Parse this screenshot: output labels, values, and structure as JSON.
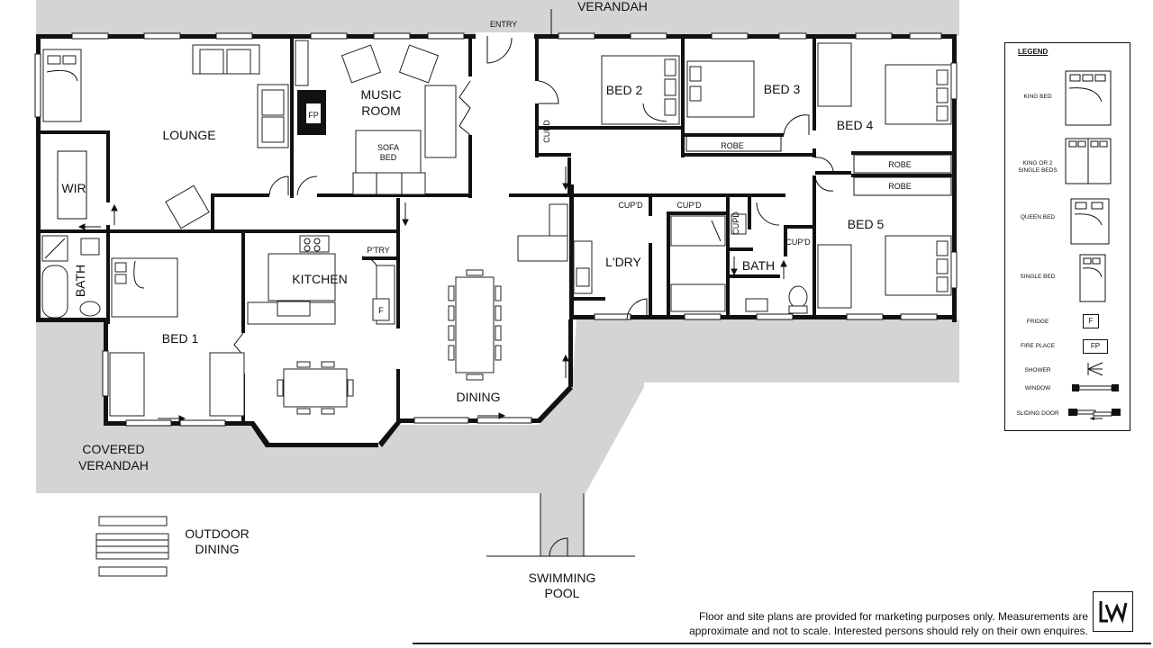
{
  "labels": {
    "verandah_top": "VERANDAH",
    "entry": "ENTRY",
    "lounge": "LOUNGE",
    "music_room_1": "MUSIC",
    "music_room_2": "ROOM",
    "fp": "FP",
    "sofa_bed_1": "SOFA",
    "sofa_bed_2": "BED",
    "wir": "WIR",
    "bath_left": "BATH",
    "bed1": "BED 1",
    "kitchen": "KITCHEN",
    "pantry": "P'TRY",
    "fridge": "F",
    "dining": "DINING",
    "bed2": "BED 2",
    "bed3": "BED 3",
    "bed4": "BED 4",
    "bed5": "BED 5",
    "robe_bed3": "ROBE",
    "robe_bed4": "ROBE",
    "robe_bed5": "ROBE",
    "cupd_entry": "CUPD",
    "cupd_ldry": "CUP'D",
    "cupd_hall": "CUP'D",
    "cupd_bath_v": "CUPD",
    "cupd_bath": "CUP'D",
    "ldry": "L'DRY",
    "bath_right": "BATH",
    "covered_verandah_1": "COVERED",
    "covered_verandah_2": "VERANDAH",
    "outdoor_dining_1": "OUTDOOR",
    "outdoor_dining_2": "DINING",
    "pool_1": "SWIMMING",
    "pool_2": "POOL"
  },
  "legend": {
    "title": "LEGEND",
    "items": [
      {
        "label": "KING BED",
        "icon": "king-bed-icon"
      },
      {
        "label": "KING OR 2 SINGLE BEDS",
        "icon": "king-or-twin-bed-icon"
      },
      {
        "label": "QUEEN BED",
        "icon": "queen-bed-icon"
      },
      {
        "label": "SINGLE BED",
        "icon": "single-bed-icon"
      },
      {
        "label": "FRIDGE",
        "icon": "fridge-icon",
        "symbol": "F"
      },
      {
        "label": "FIRE PLACE",
        "icon": "fireplace-icon",
        "symbol": "FP"
      },
      {
        "label": "SHOWER",
        "icon": "shower-icon"
      },
      {
        "label": "WINDOW",
        "icon": "window-icon"
      },
      {
        "label": "SLIDING DOOR",
        "icon": "sliding-door-icon"
      }
    ]
  },
  "disclaimer": {
    "line1": "Floor and site plans are provided for marketing purposes only. Measurements are",
    "line2": "approximate and not to scale. Interested persons should rely on their own enquires."
  },
  "colors": {
    "verandah_fill": "#d4d4d4",
    "wall": "#111111"
  }
}
